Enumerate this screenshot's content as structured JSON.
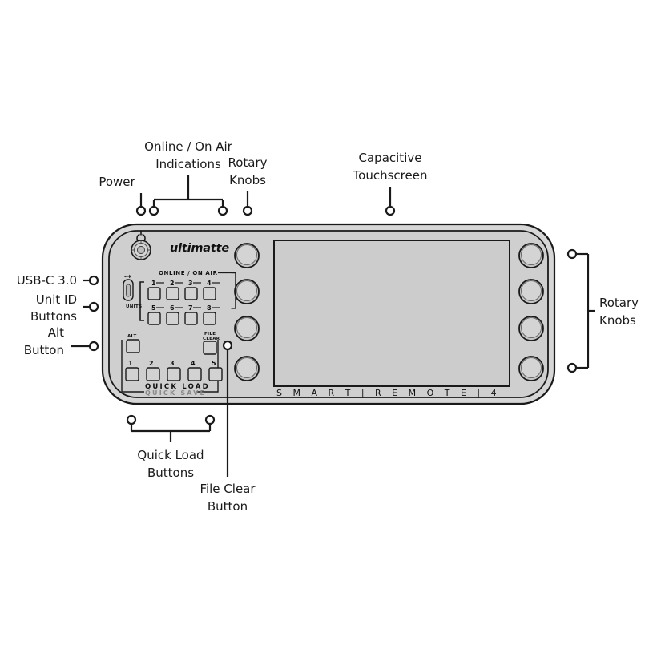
{
  "figure": {
    "subject": "Ultimatte Smart Remote 4 front panel callout diagram",
    "background_color": "#ffffff"
  },
  "colors": {
    "panel_fill": "#cfcfcf",
    "panel_fill_light": "#d6d6d6",
    "screen_fill": "#cccccc",
    "outline": "#1a1a1a",
    "button_fill": "#d2d2d2",
    "knob_fill": "#d0d0d0",
    "text": "#1a1a1a",
    "muted_text": "#8a8a8a"
  },
  "device": {
    "brand": "ultimatte",
    "model_text": "S M A R T  |  R E M O T E  |  4",
    "model_parts": [
      "SMART",
      "REMOTE",
      "4"
    ],
    "power_icon": "power-symbol",
    "usb_icon": "usb-icon",
    "sections": {
      "online_on_air": {
        "label": "ONLINE / ON AIR",
        "units_label": "UNITS",
        "buttons_row1": [
          "1",
          "2",
          "3",
          "4"
        ],
        "buttons_row2": [
          "5",
          "6",
          "7",
          "8"
        ]
      },
      "alt": {
        "label": "ALT"
      },
      "file_clear": {
        "label_line1": "FILE",
        "label_line2": "CLEAR"
      },
      "quick": {
        "load_label": "QUICK LOAD",
        "save_label": "QUICK SAVE",
        "buttons": [
          "1",
          "2",
          "3",
          "4",
          "5"
        ]
      }
    },
    "knobs": {
      "left_count": 4,
      "right_count": 4
    },
    "touchscreen": {
      "label": "Capacitive Touchscreen"
    }
  },
  "callouts": {
    "top": [
      {
        "id": "power",
        "lines": [
          "Power"
        ]
      },
      {
        "id": "online-on-air",
        "lines": [
          "Online / On Air",
          "Indications"
        ]
      },
      {
        "id": "rotary-knobs-left",
        "lines": [
          "Rotary",
          "Knobs"
        ]
      },
      {
        "id": "capacitive-touchscreen",
        "lines": [
          "Capacitive",
          "Touchscreen"
        ]
      }
    ],
    "left": [
      {
        "id": "usb-c",
        "lines": [
          "USB-C 3.0"
        ]
      },
      {
        "id": "unit-id-buttons",
        "lines": [
          "Unit ID",
          "Buttons"
        ]
      },
      {
        "id": "alt-button",
        "lines": [
          "Alt",
          "Button"
        ]
      }
    ],
    "right": [
      {
        "id": "rotary-knobs-right",
        "lines": [
          "Rotary",
          "Knobs"
        ]
      }
    ],
    "bottom": [
      {
        "id": "quick-load-buttons",
        "lines": [
          "Quick Load",
          "Buttons"
        ]
      },
      {
        "id": "file-clear-button",
        "lines": [
          "File Clear",
          "Button"
        ]
      }
    ]
  }
}
